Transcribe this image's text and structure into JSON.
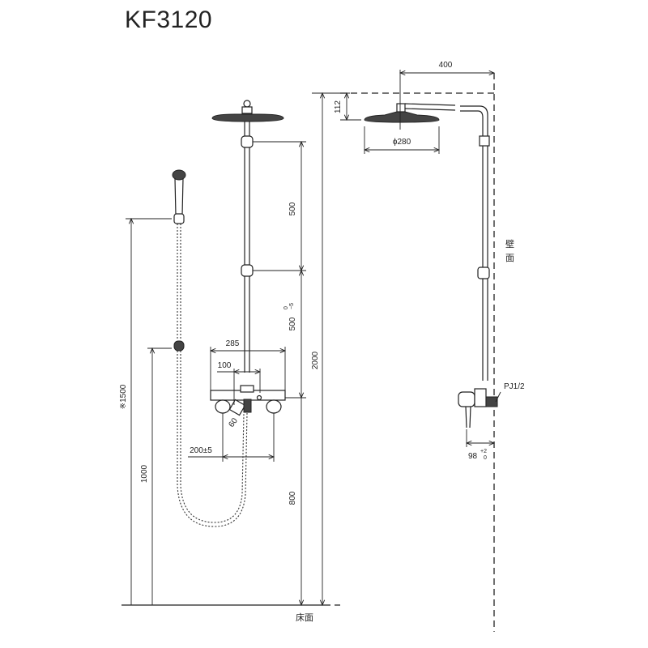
{
  "title": "KF3120",
  "labels": {
    "shower_arm_reach": "400",
    "head_drop": "112",
    "head_diameter": "ϕ280",
    "riser_upper": "500",
    "riser_lower": "500",
    "riser_lower_tol_upper": "0",
    "riser_lower_tol_lower": "−5",
    "mixer_width": "285",
    "mixer_offset": "100",
    "elbow_angle": "60",
    "inlet_pitch": "200±5",
    "total_height": "2000",
    "mixer_height": "800",
    "slide_top": "※1500",
    "holder_height": "1000",
    "wall": "壁面",
    "floor": "床面",
    "pipe_thread": "PJ1/2",
    "wall_projection": "98",
    "wall_projection_tol_upper": "+2",
    "wall_projection_tol_lower": "0"
  }
}
